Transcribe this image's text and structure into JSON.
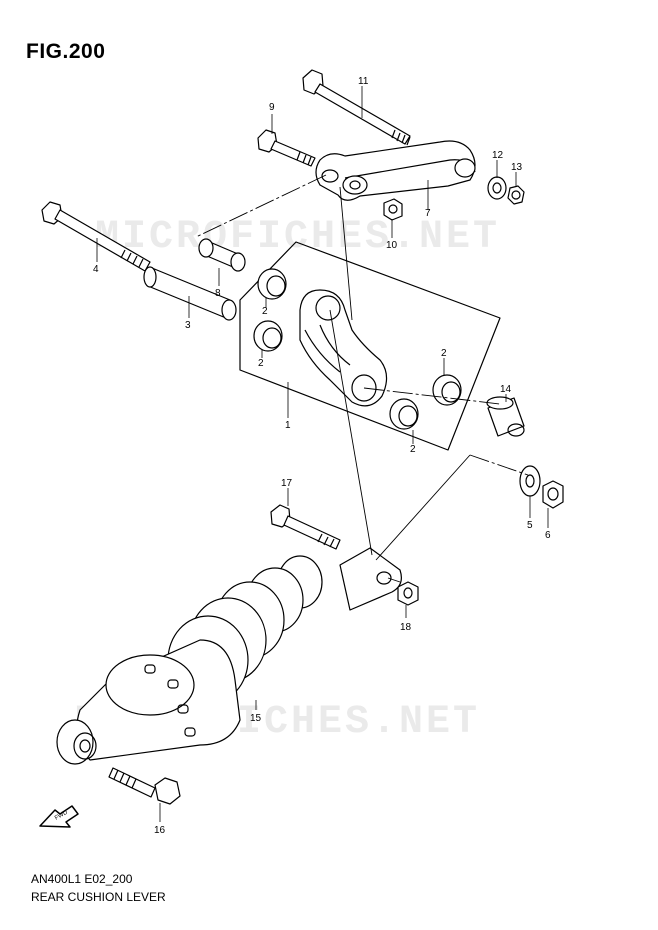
{
  "title": "FIG.200",
  "footer": {
    "code": "AN400L1 E02_200",
    "name": "REAR CUSHION LEVER"
  },
  "watermark": "MICROFICHES.NET",
  "fwd_label": "FWD",
  "callouts": {
    "c1": "1",
    "c2a": "2",
    "c2b": "2",
    "c2c": "2",
    "c2d": "2",
    "c3": "3",
    "c4": "4",
    "c5": "5",
    "c6": "6",
    "c7": "7",
    "c8": "8",
    "c9": "9",
    "c10": "10",
    "c11": "11",
    "c12": "12",
    "c13": "13",
    "c14": "14",
    "c15": "15",
    "c16": "16",
    "c17": "17",
    "c18": "18"
  }
}
